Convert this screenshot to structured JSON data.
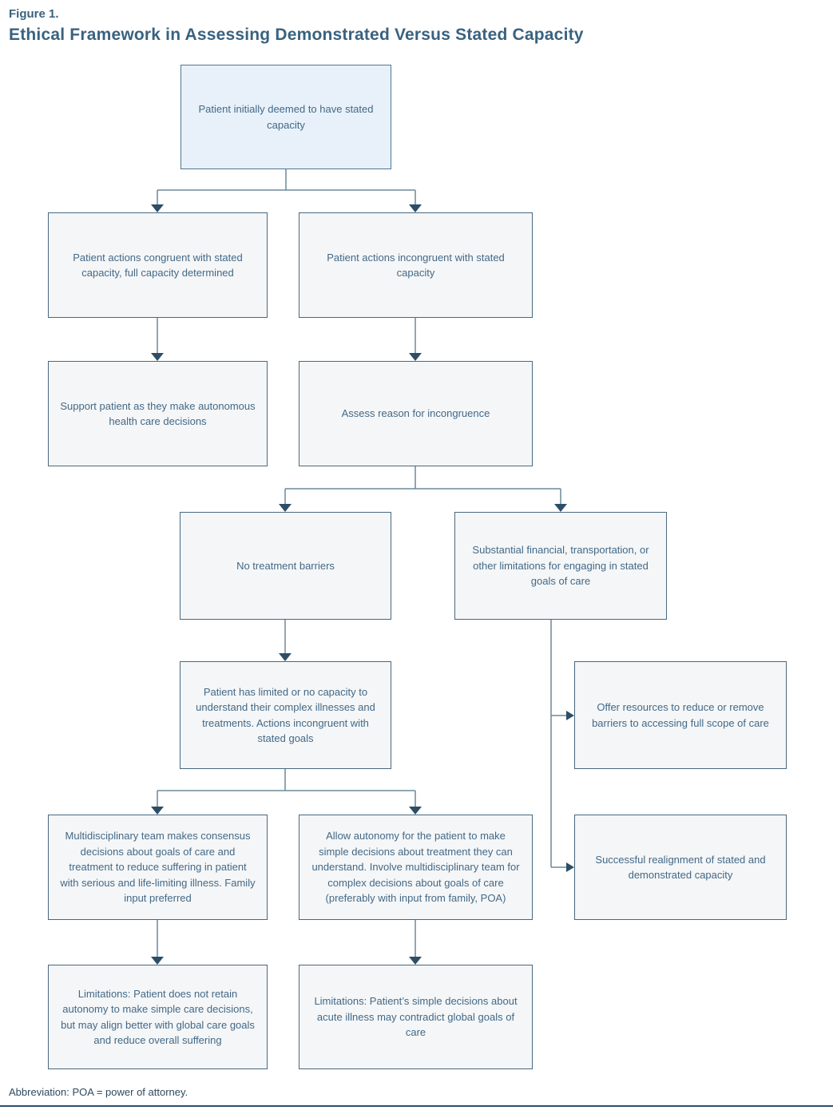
{
  "figure": {
    "label": "Figure 1.",
    "title": "Ethical Framework in Assessing Demonstrated Versus Stated Capacity"
  },
  "flowchart": {
    "nodes": {
      "start": {
        "text": "Patient initially deemed to have stated capacity"
      },
      "congruent": {
        "text": "Patient actions congruent with stated capacity, full capacity determined"
      },
      "incongruent": {
        "text": "Patient actions incongruent with stated capacity"
      },
      "support_autonomous": {
        "text": "Support patient as they make autonomous health care decisions"
      },
      "assess_reason": {
        "text": "Assess reason for incongruence"
      },
      "no_barriers": {
        "text": "No treatment barriers"
      },
      "substantial_limitations": {
        "text": "Substantial financial, transportation, or other limitations for engaging in stated goals of care"
      },
      "limited_capacity": {
        "text": "Patient has limited or no capacity to understand their complex illnesses and treatments. Actions incongruent with stated goals"
      },
      "offer_resources": {
        "text": "Offer resources to reduce or remove barriers to accessing full scope of care"
      },
      "team_consensus": {
        "text": "Multidisciplinary team makes consensus decisions about goals of care and treatment to reduce suffering in patient with serious and life-limiting illness. Family input preferred"
      },
      "allow_autonomy": {
        "text": "Allow autonomy for the patient to make simple decisions about treatment they can understand. Involve multidisciplinary team for complex decisions about goals of care (preferably with input from family, POA)"
      },
      "successful_realignment": {
        "text": "Successful realignment of stated and demonstrated capacity"
      },
      "limitations_consensus": {
        "text": "Limitations: Patient does not retain autonomy to make simple care decisions, but may align better with global care goals and reduce overall suffering"
      },
      "limitations_autonomy": {
        "text": "Limitations: Patient’s simple decisions about acute illness may contradict global goals of care"
      }
    },
    "edges": [
      {
        "from": "start",
        "to": "congruent"
      },
      {
        "from": "start",
        "to": "incongruent"
      },
      {
        "from": "congruent",
        "to": "support_autonomous"
      },
      {
        "from": "incongruent",
        "to": "assess_reason"
      },
      {
        "from": "assess_reason",
        "to": "no_barriers"
      },
      {
        "from": "assess_reason",
        "to": "substantial_limitations"
      },
      {
        "from": "no_barriers",
        "to": "limited_capacity"
      },
      {
        "from": "substantial_limitations",
        "to": "offer_resources"
      },
      {
        "from": "substantial_limitations",
        "to": "successful_realignment"
      },
      {
        "from": "limited_capacity",
        "to": "team_consensus"
      },
      {
        "from": "limited_capacity",
        "to": "allow_autonomy"
      },
      {
        "from": "team_consensus",
        "to": "limitations_consensus"
      },
      {
        "from": "allow_autonomy",
        "to": "limitations_autonomy"
      }
    ]
  },
  "footer": {
    "abbreviation": "Abbreviation: POA = power of attorney."
  },
  "colors": {
    "title_text": "#39627f",
    "box_border": "#48687f",
    "box_text": "#426988",
    "start_box_fill": "#e8f1f9",
    "box_fill": "#f5f6f7",
    "connector_line": "#6d899c",
    "connector_arrow": "#2d4e66",
    "footnote_text": "#2d4a5e",
    "divider": "#2d5068"
  }
}
